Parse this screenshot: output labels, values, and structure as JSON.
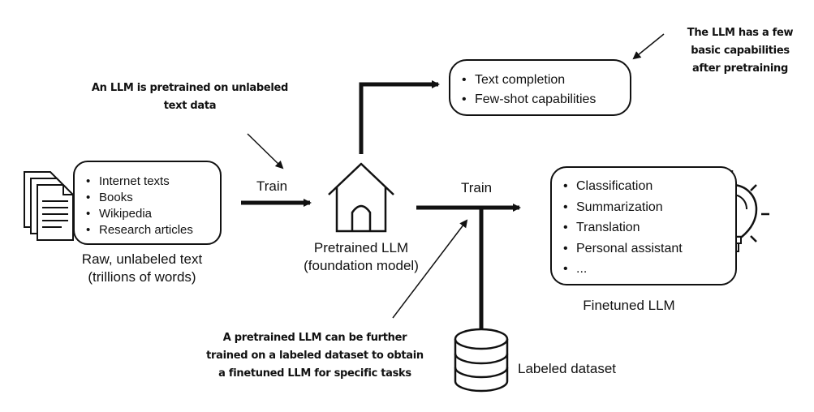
{
  "annotations": {
    "pretrain_note": [
      "An LLM is pretrained on unlabeled",
      "text data"
    ],
    "capabilities_note": [
      "The LLM has a few",
      "basic capabilities",
      "after pretraining"
    ],
    "finetune_note": [
      "A pretrained LLM can be further",
      "trained on a labeled dataset to obtain",
      "a finetuned LLM for specific tasks"
    ]
  },
  "raw_text": {
    "items": [
      "Internet texts",
      "Books",
      "Wikipedia",
      "Research articles"
    ],
    "caption": [
      "Raw, unlabeled text",
      "(trillions of words)"
    ]
  },
  "train_labels": {
    "first": "Train",
    "second": "Train"
  },
  "pretrained": {
    "caption": [
      "Pretrained LLM",
      "(foundation model)"
    ]
  },
  "capabilities": {
    "items": [
      "Text completion",
      "Few-shot capabilities"
    ]
  },
  "finetuned": {
    "items": [
      "Classification",
      "Summarization",
      "Translation",
      "Personal assistant",
      "..."
    ],
    "caption": "Finetuned LLM"
  },
  "dataset": {
    "caption": "Labeled dataset"
  },
  "icons": {
    "documents": "document-stack-icon",
    "house": "house-icon",
    "lightbulb": "lightbulb-icon",
    "database": "database-icon"
  }
}
